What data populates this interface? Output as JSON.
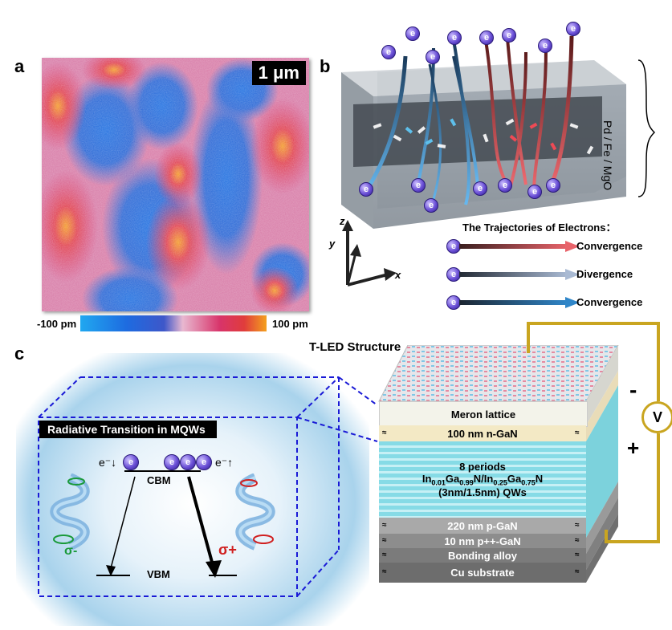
{
  "panel_a": {
    "label": "a",
    "scale_bar": "1 μm",
    "colorbar_min": "-100 pm",
    "colorbar_max": "100 pm"
  },
  "panel_b": {
    "label": "b",
    "side_label": "Pd / Fe / MgO",
    "axis_z": "z",
    "axis_y": "y",
    "axis_x": "x",
    "electron_glyph": "e",
    "trajectories_title": "The Trajectories of Electrons：",
    "trajectories": [
      {
        "label": "Convergence",
        "color": "#e8636a"
      },
      {
        "label": "Divergence",
        "color": "#9fb2cf"
      },
      {
        "label": "Convergence",
        "color": "#2f86c9"
      }
    ]
  },
  "panel_c": {
    "label": "c",
    "structure_title": "T-LED Structure",
    "mqw_title": "Radiative Transition in MQWs",
    "cbm": "CBM",
    "vbm": "VBM",
    "spin_down": "e⁻↓",
    "spin_up": "e⁻↑",
    "sigma_minus": "σ-",
    "sigma_plus": "σ+",
    "layers": {
      "meron": "Meron lattice",
      "ngan": "100 nm n-GaN",
      "periods": "8 periods",
      "qw_formula_prefix": "In",
      "qw_sub1": "0.01",
      "qw_mid1": "Ga",
      "qw_sub2": "0.99",
      "qw_mid2": "N/In",
      "qw_sub3": "0.25",
      "qw_mid3": "Ga",
      "qw_sub4": "0.75",
      "qw_end": "N",
      "qw_thickness": "(3nm/1.5nm) QWs",
      "pgan": "220 nm p-GaN",
      "ppgan": "10 nm p++-GaN",
      "bonding": "Bonding alloy",
      "cu": "Cu substrate"
    },
    "approx_symbol": "≈",
    "voltage": "V",
    "minus": "-",
    "plus": "+"
  }
}
